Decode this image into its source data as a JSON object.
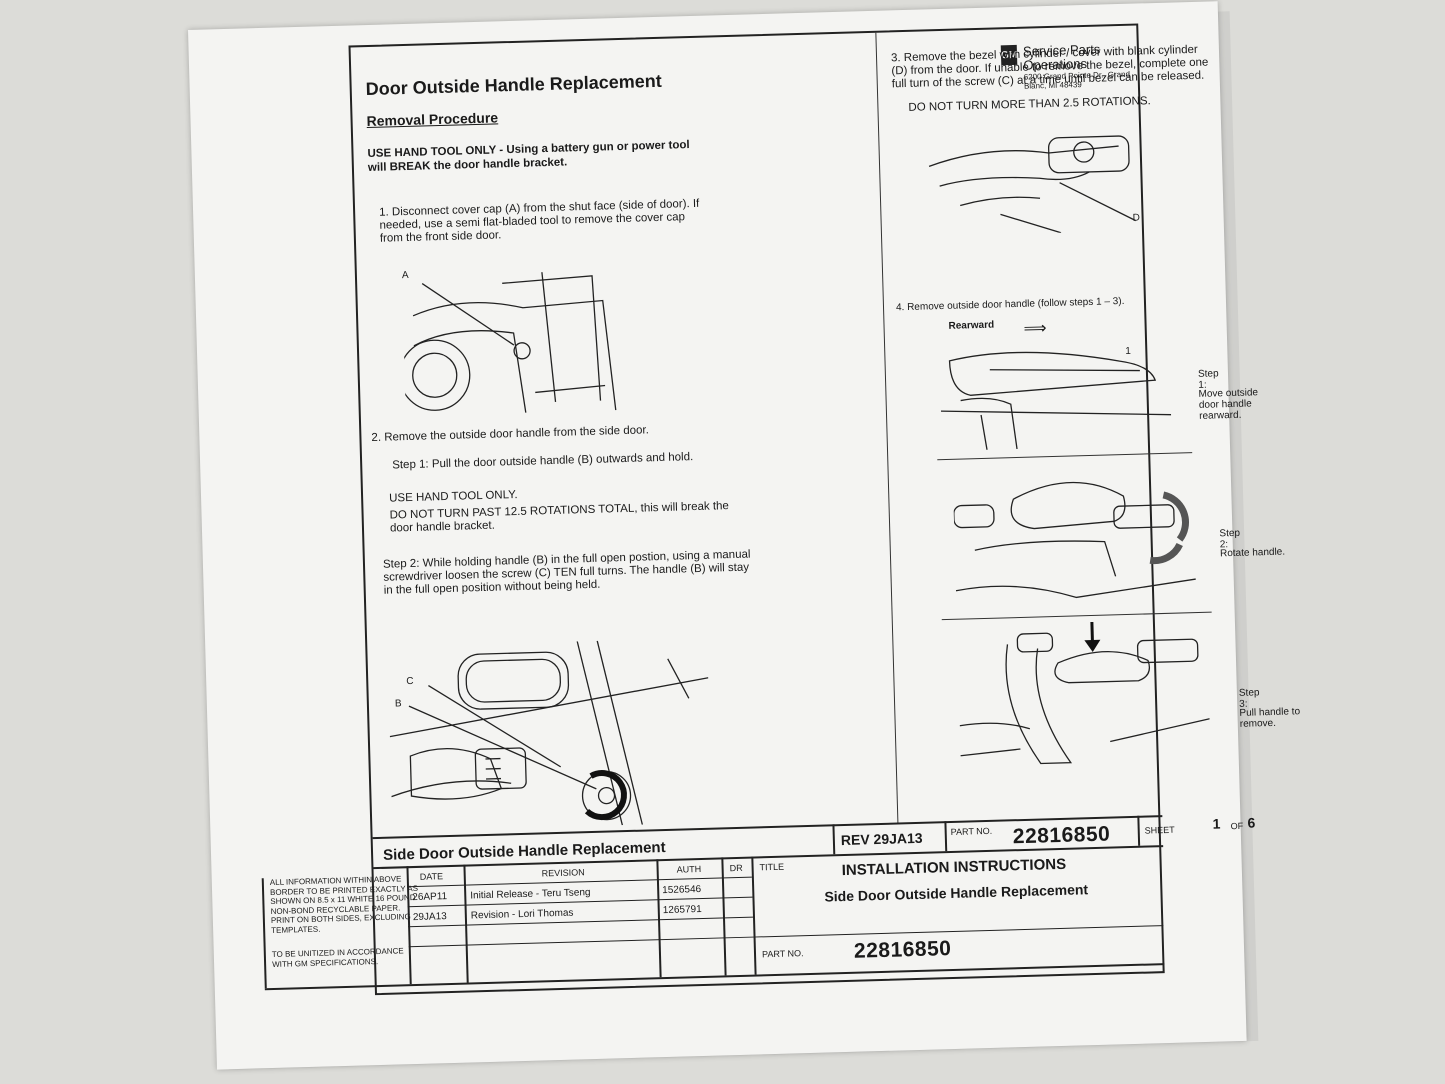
{
  "document": {
    "title": "Door Outside Handle Replacement",
    "section": "Removal Procedure",
    "warning": "USE HAND TOOL ONLY - Using a battery gun or power tool will BREAK the door handle bracket.",
    "logo": {
      "mark": "GM",
      "name": "Service Parts Operations",
      "address": "6200 Grand Pointe Dr., Grand Blanc, MI 48439"
    }
  },
  "steps": {
    "s1": "1.   Disconnect cover cap (A) from the shut face (side of door).  If needed, use a semi flat-bladed tool to remove the cover cap from the front side door.",
    "s1_label_a": "A",
    "s2": "2.   Remove the outside door handle from the side door.",
    "s2_step1": "Step 1: Pull the door outside handle (B) outwards and hold.",
    "s2_hand": "USE HAND TOOL ONLY.",
    "s2_caution": "DO NOT TURN PAST 12.5 ROTATIONS TOTAL, this will break the door handle bracket.",
    "s2_step2": "Step 2: While holding handle (B) in the full open postion, using a manual screwdriver loosen the screw (C) TEN full turns. The handle (B) will stay in the full open position without being held.",
    "s2_label_c": "C",
    "s2_label_b": "B",
    "s3": "3.   Remove the bezel with cylinder / cover with blank cylinder (D) from the door.  If unable to remove the bezel, complete one full turn of the screw (C) at a time until bezel can be released.",
    "s3_caution": "DO NOT TURN MORE THAN 2.5 ROTATIONS.",
    "s3_label_d": "D",
    "s4": "4.   Remove outside door handle (follow steps 1 – 3).",
    "s4_rearward": "Rearward",
    "s4_one": "1",
    "s4_step1_title": "Step 1:",
    "s4_step1_text": "Move outside door handle rearward.",
    "s4_step2_title": "Step 2:",
    "s4_step2_text": "Rotate handle.",
    "s4_step3_title": "Step 3:",
    "s4_step3_text": "Pull handle to remove."
  },
  "titleblock": {
    "strip_title": "Side Door Outside Handle Replacement",
    "rev": "REV 29JA13",
    "part_no_label": "PART NO.",
    "part_no": "22816850",
    "sheet_label": "SHEET",
    "sheet": "1",
    "of_label": "OF",
    "sheet_total": "6",
    "note": "ALL INFORMATION WITHIN ABOVE BORDER TO BE PRINTED EXACTLY AS SHOWN ON 8.5 x 11 WHITE 16 POUND NON-BOND RECYCLABLE PAPER. PRINT ON BOTH SIDES, EXCLUDING TEMPLATES.",
    "note2": "TO BE UNITIZED IN ACCORDANCE WITH GM SPECIFICATIONS.",
    "col_date": "DATE",
    "col_revision": "REVISION",
    "col_auth": "AUTH",
    "col_dr": "DR",
    "title_label": "TITLE",
    "rows": [
      {
        "date": "26AP11",
        "revision": "Initial Release - Teru Tseng",
        "auth": "1526546"
      },
      {
        "date": "29JA13",
        "revision": "Revision - Lori Thomas",
        "auth": "1265791"
      }
    ],
    "doc_type": "INSTALLATION INSTRUCTIONS",
    "doc_title": "Side Door Outside Handle Replacement",
    "part_no_label2": "PART NO.",
    "part_no2": "22816850"
  }
}
